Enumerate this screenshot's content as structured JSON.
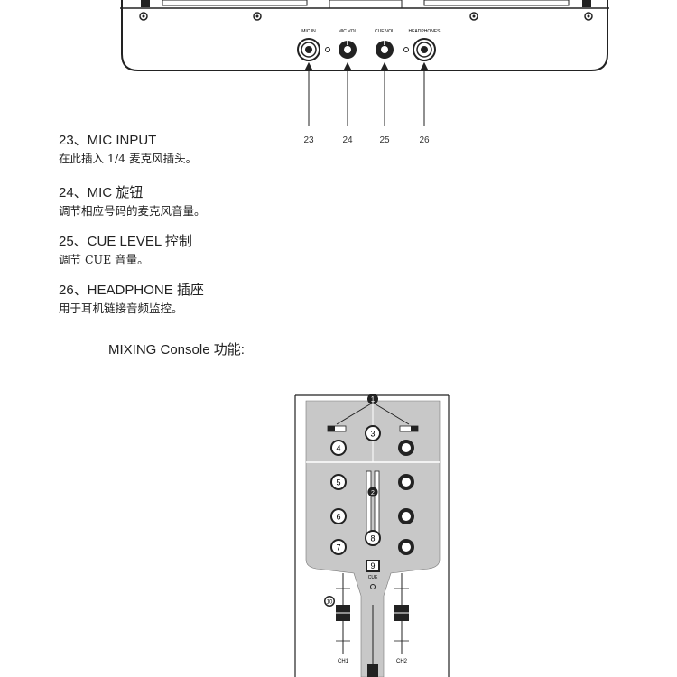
{
  "panel": {
    "jack_labels": [
      "MIC IN",
      "MIC VOL",
      "CUE VOL",
      "HEADPHONES"
    ],
    "callouts": [
      "23",
      "24",
      "25",
      "26"
    ]
  },
  "sections": [
    {
      "title": "23、MIC INPUT",
      "body": "在此插入 1/4 麦克风插头。"
    },
    {
      "title": "24、MIC 旋钮",
      "body": "调节相应号码的麦克风音量。"
    },
    {
      "title": "25、CUE LEVEL 控制",
      "body": "调节 CUE 音量。"
    },
    {
      "title": "26、HEADPHONE 插座",
      "body": "用于耳机链接音频监控。"
    }
  ],
  "mixing": {
    "label": "MIXING Console 功能:",
    "knob_numbers": [
      "3",
      "4",
      "5",
      "6",
      "7",
      "8",
      "9",
      "10"
    ],
    "top_marker": "1",
    "meter_marker": "2",
    "cue_label": "CUE",
    "ch1_label": "CH1",
    "ch2_label": "CH2"
  }
}
